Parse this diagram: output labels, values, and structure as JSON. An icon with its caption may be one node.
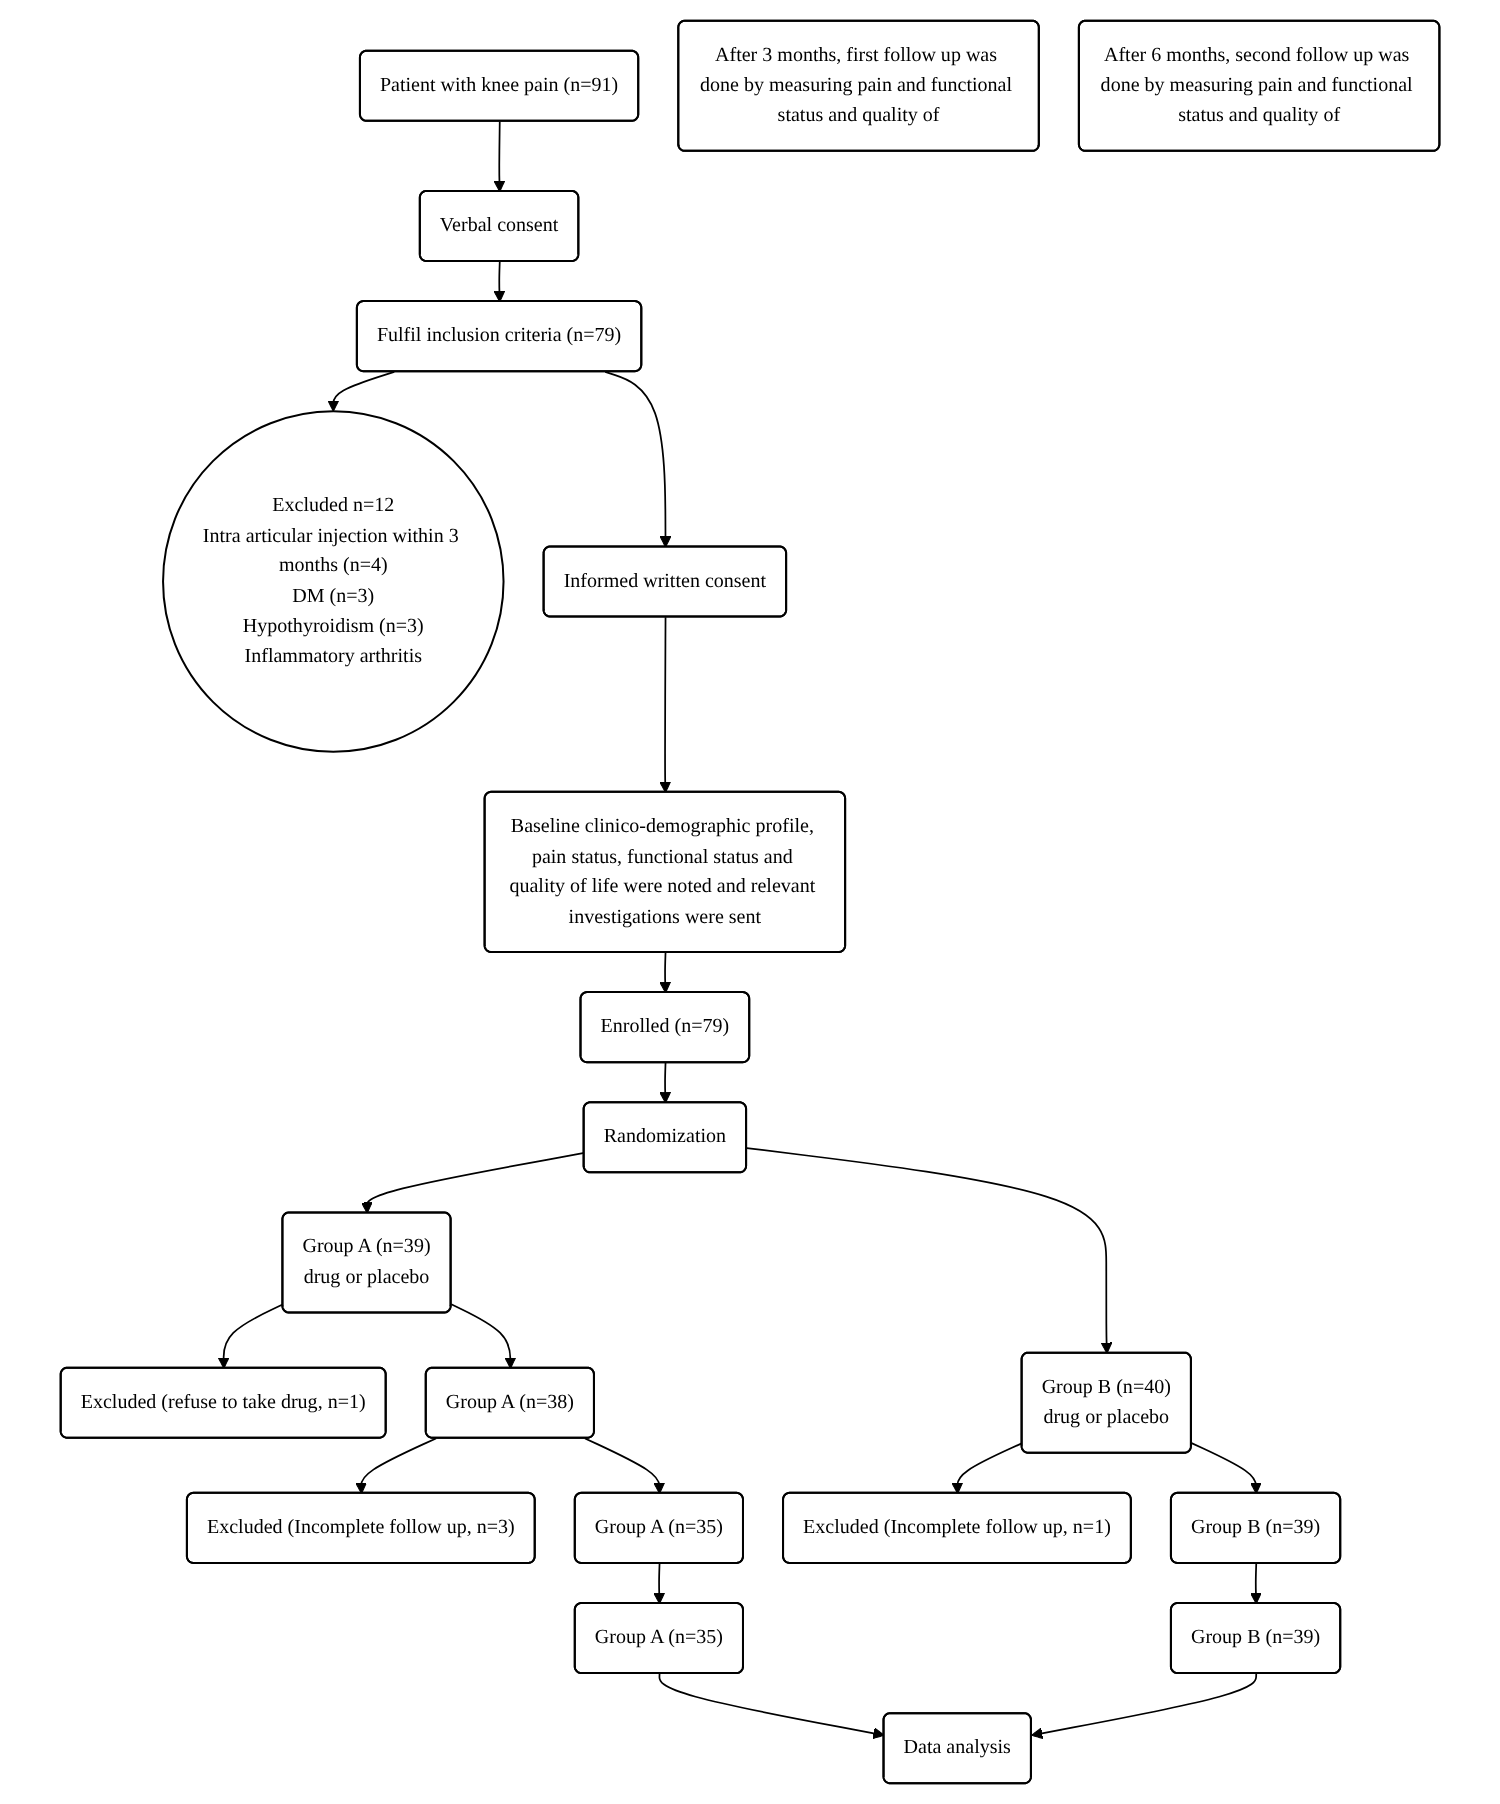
{
  "diagram": {
    "nodes": [
      {
        "text": [
          "Patient with knee pain (n=91)"
        ]
      },
      {
        "text": [
          "Verbal consent"
        ]
      },
      {
        "text": [
          "Fulfil inclusion criteria (n=79)"
        ]
      },
      {
        "text": [
          "Excluded n=12",
          "Intra articular injection within 3 months (n=4)",
          "DM (n=3)",
          "Hypothyroidism (n=3)",
          "Inflammatory arthritis"
        ]
      },
      {
        "text": [
          "Informed written consent"
        ]
      },
      {
        "text": [
          "Baseline clinico-demographic profile, pain status, functional status and quality of life were noted and relevant investigations were sent"
        ]
      },
      {
        "text": [
          "Enrolled (n=79)"
        ]
      },
      {
        "text": [
          "Randomization"
        ]
      },
      {
        "text": [
          "Group A (n=39)",
          "drug or placebo"
        ]
      },
      {
        "text": [
          "Excluded (refuse to take drug, n=1)"
        ]
      },
      {
        "text": [
          "Group B (n=40)",
          "drug or placebo"
        ]
      },
      {
        "text": [
          "Group A (n=38)"
        ]
      },
      {
        "text": [
          "Excluded (Incomplete follow up, n=3)"
        ]
      },
      {
        "text": [
          "After 3 months, first follow up was done by measuring pain and functional status and quality of"
        ]
      },
      {
        "text": [
          "Excluded (Incomplete follow up, n=1)"
        ]
      },
      {
        "text": [
          "Group A (n=35)"
        ]
      },
      {
        "text": [
          "Group B (n=39)"
        ]
      },
      {
        "text": [
          "After 6 months, second follow up was done by measuring pain and functional status and quality of"
        ]
      },
      {
        "text": [
          "Group A (n=35)"
        ]
      },
      {
        "text": [
          "Data analysis"
        ]
      },
      {
        "text": [
          "Group B (n=39)"
        ]
      }
    ],
    "edges": [
      {
        "from": 0,
        "to": 1,
        "arrow": "to"
      },
      {
        "from": 1,
        "to": 2,
        "arrow": "to"
      },
      {
        "from": 2,
        "to": 3,
        "arrow": "to"
      },
      {
        "from": 2,
        "to": 4,
        "arrow": "to"
      },
      {
        "from": 4,
        "to": 5,
        "arrow": "to"
      },
      {
        "from": 5,
        "to": 6,
        "arrow": "to"
      },
      {
        "from": 6,
        "to": 7,
        "arrow": "to"
      },
      {
        "from": 7,
        "to": 8,
        "arrow": "to"
      },
      {
        "from": 7,
        "to": 10,
        "arrow": "to"
      },
      {
        "from": 8,
        "to": 9,
        "arrow": "to"
      },
      {
        "from": 8,
        "to": 11,
        "arrow": "to"
      },
      {
        "from": 11,
        "to": 12,
        "arrow": "to"
      },
      {
        "from": 11,
        "to": 15,
        "arrow": "to"
      },
      {
        "from": 10,
        "to": 14,
        "arrow": "to"
      },
      {
        "from": 10,
        "to": 16,
        "arrow": "to"
      },
      {
        "from": 15,
        "to": 18,
        "arrow": "to"
      },
      {
        "from": 16,
        "to": 20,
        "arrow": "to"
      },
      {
        "from": 18,
        "to": 19,
        "arrow": "to"
      },
      {
        "from": 20,
        "to": 19,
        "arrow": "to"
      }
    ]
  }
}
